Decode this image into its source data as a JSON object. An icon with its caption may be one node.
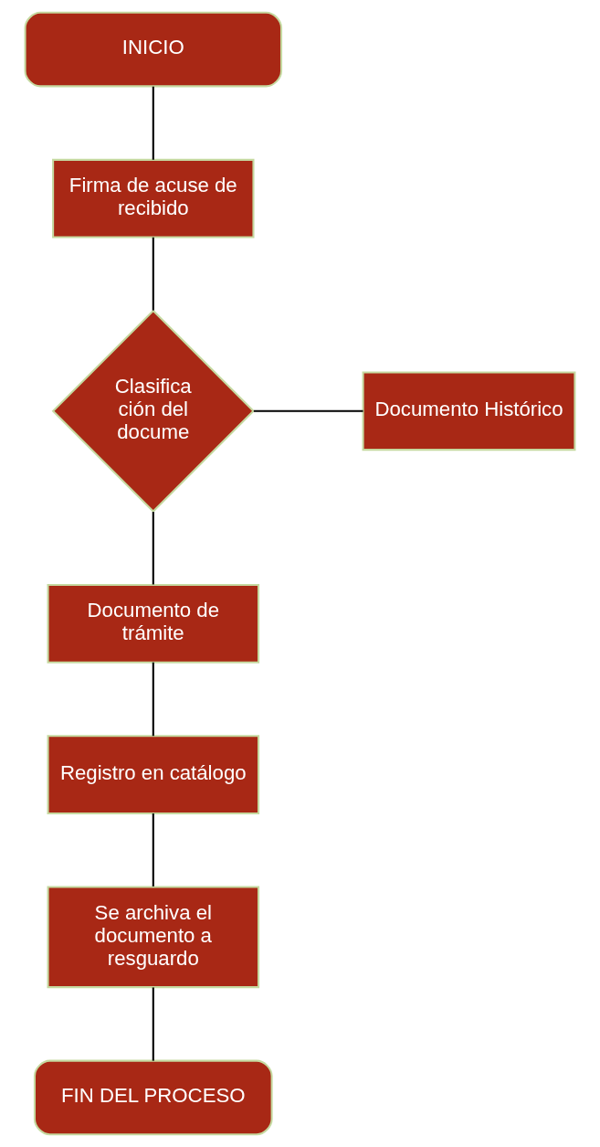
{
  "diagram": {
    "nodes": [
      {
        "text": [
          "INICIO"
        ]
      },
      {
        "text": [
          "Firma de acuse de recibido"
        ]
      },
      {
        "text": [
          "Clasifica ción del docume"
        ]
      },
      {
        "text": [
          "Documento Histórico"
        ]
      },
      {
        "text": [
          "Documento de trámite"
        ]
      },
      {
        "text": [
          "Registro en catálogo"
        ]
      },
      {
        "text": [
          "Se archiva el documento a resguardo"
        ]
      },
      {
        "text": [
          "FIN DEL PROCESO"
        ]
      }
    ],
    "edges": [
      {
        "from": 0,
        "to": 1,
        "arrow": "none"
      },
      {
        "from": 1,
        "to": 2,
        "arrow": "none"
      },
      {
        "from": 2,
        "to": 3,
        "arrow": "none"
      },
      {
        "from": 2,
        "to": 4,
        "arrow": "none"
      },
      {
        "from": 4,
        "to": 5,
        "arrow": "none"
      },
      {
        "from": 5,
        "to": 6,
        "arrow": "none"
      },
      {
        "from": 6,
        "to": 7,
        "arrow": "none"
      }
    ]
  }
}
